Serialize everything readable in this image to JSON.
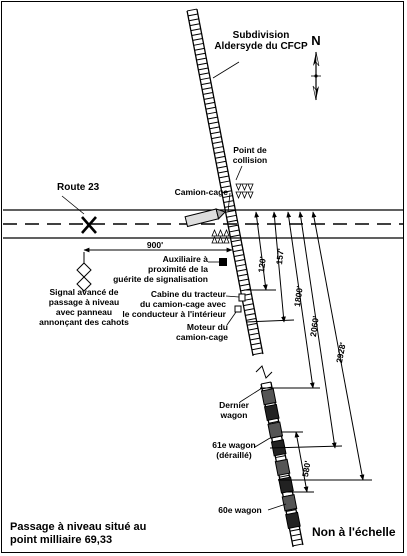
{
  "labels": {
    "subdivision": "Subdivision\nAldersyde du CFCP",
    "route": "Route 23",
    "collision_point": "Point de\ncollision",
    "truck": "Camion-cage",
    "auxiliary": "Auxiliaire à\nproximité de la\nguérite de signalisation",
    "warning_sign": "Signal avancé de\npassage à niveau\navec panneau\nannonçant des cahots",
    "tractor_cab": "Cabine du tracteur\ndu camion-cage avec\nle conducteur à l'intérieur",
    "truck_engine": "Moteur du\ncamion-cage",
    "last_car": "Dernier\nwagon",
    "car_61": "61e wagon\n(déraillé)",
    "car_60": "60e wagon",
    "crossing": "Passage à niveau situé au\npoint milliaire 69,33",
    "scale": "Non à l'échelle",
    "north": "N"
  },
  "dimensions": {
    "d900": "900'",
    "d120": "120'",
    "d157": "157'",
    "d1800": "1800'",
    "d2060": "2060'",
    "d2928": "2928'",
    "d580": "580'"
  }
}
